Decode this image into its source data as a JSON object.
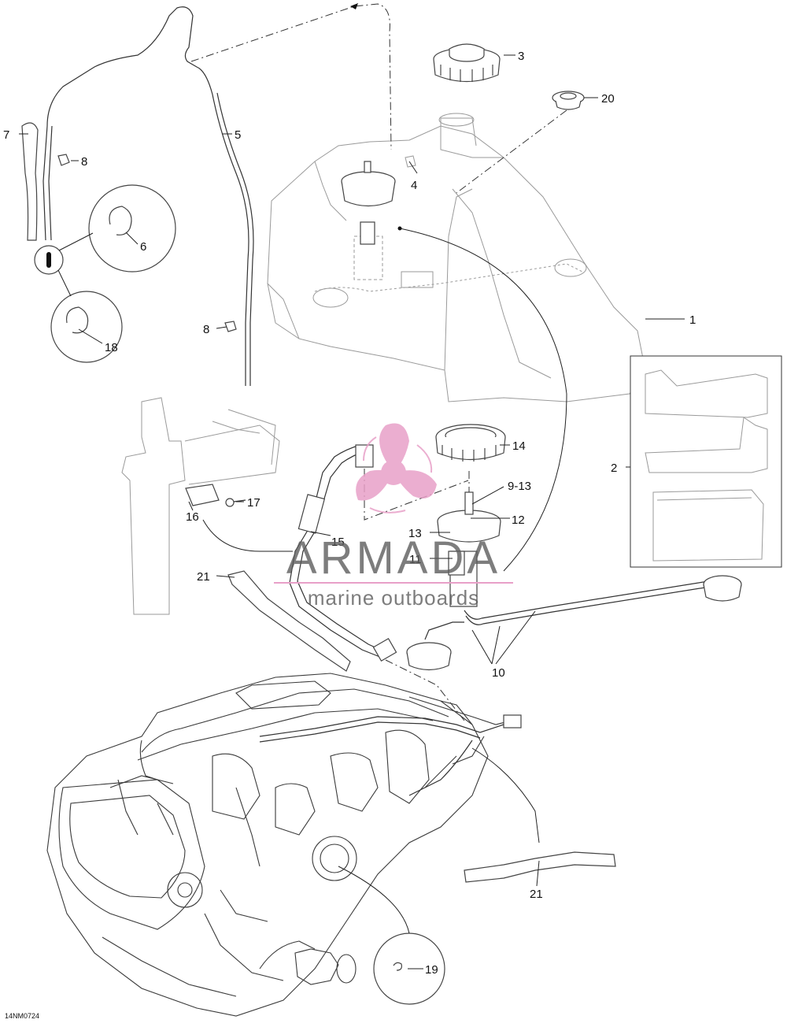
{
  "diagram": {
    "code": "14NM0724",
    "labels": [
      {
        "id": "1",
        "text": "1"
      },
      {
        "id": "2",
        "text": "2"
      },
      {
        "id": "3",
        "text": "3"
      },
      {
        "id": "4",
        "text": "4"
      },
      {
        "id": "5",
        "text": "5"
      },
      {
        "id": "6",
        "text": "6"
      },
      {
        "id": "7",
        "text": "7"
      },
      {
        "id": "8a",
        "text": "8"
      },
      {
        "id": "8b",
        "text": "8"
      },
      {
        "id": "9-13",
        "text": "9-13"
      },
      {
        "id": "10",
        "text": "10"
      },
      {
        "id": "11",
        "text": "11"
      },
      {
        "id": "12",
        "text": "12"
      },
      {
        "id": "13",
        "text": "13"
      },
      {
        "id": "14",
        "text": "14"
      },
      {
        "id": "15",
        "text": "15"
      },
      {
        "id": "16",
        "text": "16"
      },
      {
        "id": "17",
        "text": "17"
      },
      {
        "id": "18",
        "text": "18"
      },
      {
        "id": "19",
        "text": "19"
      },
      {
        "id": "20",
        "text": "20"
      },
      {
        "id": "21a",
        "text": "21"
      },
      {
        "id": "21b",
        "text": "21"
      }
    ]
  },
  "watermark": {
    "brand": "ARMADA",
    "tagline": "marine outboards",
    "color": "#e8a0c8"
  }
}
